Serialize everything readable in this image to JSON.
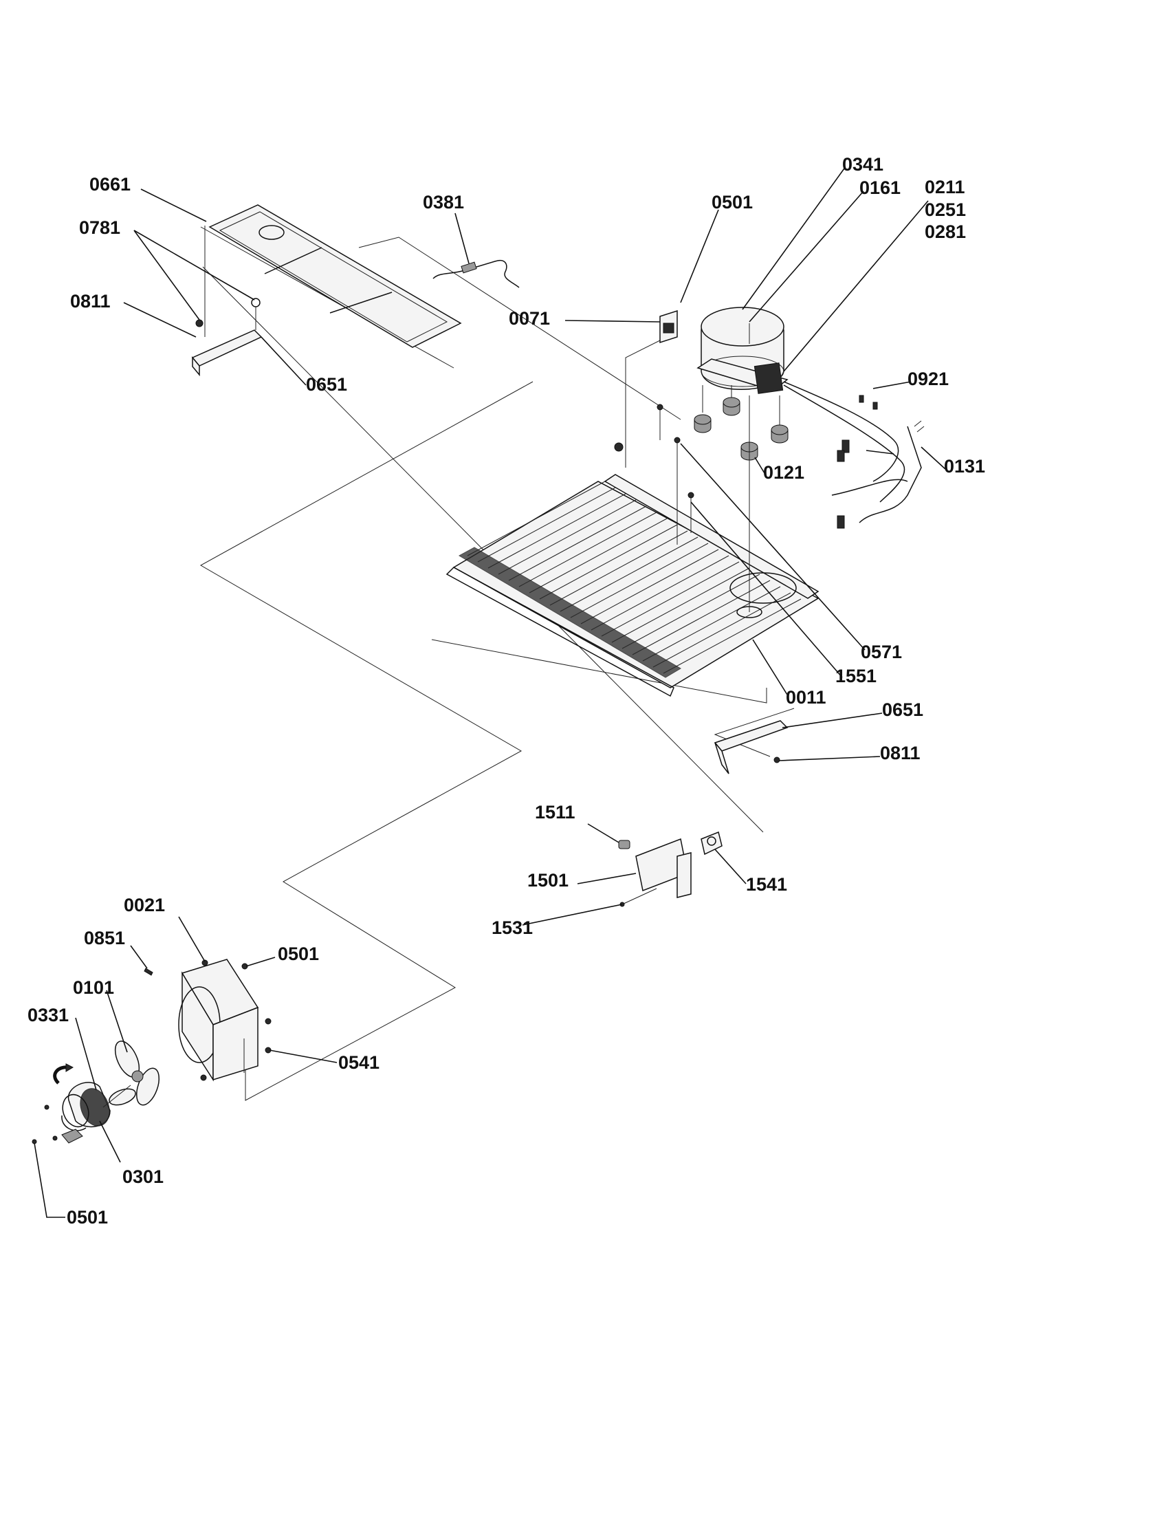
{
  "labels": {
    "l0661": "0661",
    "l0781": "0781",
    "l0811a": "0811",
    "l0651a": "0651",
    "l0381": "0381",
    "l0501a": "0501",
    "l0341": "0341",
    "l0161": "0161",
    "l0211": "0211",
    "l0251": "0251",
    "l0281": "0281",
    "l0071": "0071",
    "l0921": "0921",
    "l0121": "0121",
    "l0131": "0131",
    "l0571": "0571",
    "l1551": "1551",
    "l0011": "0011",
    "l0651b": "0651",
    "l0811b": "0811",
    "l1511": "1511",
    "l1501": "1501",
    "l1541": "1541",
    "l1531": "1531",
    "l0021": "0021",
    "l0851": "0851",
    "l0501b": "0501",
    "l0101": "0101",
    "l0331": "0331",
    "l0541": "0541",
    "l0301": "0301",
    "l0501c": "0501"
  }
}
